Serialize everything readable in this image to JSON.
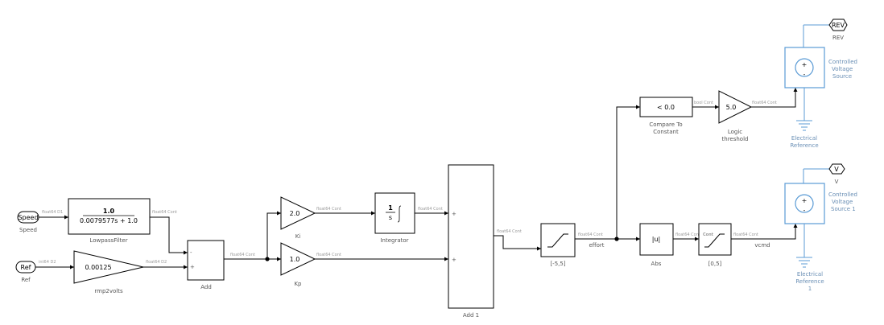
{
  "blocks": {
    "speed": {
      "port": "Speed",
      "label": "Speed",
      "sig": "float64  D1"
    },
    "ref": {
      "port": "Ref",
      "label": "Ref",
      "sig": "int64  D2"
    },
    "lowpass": {
      "num": "1.0",
      "den": "0.0079577s + 1.0",
      "label": "LowpassFilter",
      "sig": "float64  Cont"
    },
    "rmp2volts": {
      "value": "0.00125",
      "label": "rmp2volts",
      "sig": "float64  D2"
    },
    "add": {
      "label": "Add",
      "sign_minus": "-",
      "sign_plus": "+",
      "sig": "float64  Cont"
    },
    "ki": {
      "value": "2.0",
      "label": "Ki",
      "sig": "float64  Cont"
    },
    "kp": {
      "value": "1.0",
      "label": "Kp",
      "sig": "float64  Cont"
    },
    "integrator": {
      "label": "Integrator",
      "num": "1",
      "den": "s",
      "sig": "float64  Cont"
    },
    "add1": {
      "label": "Add 1",
      "sign_a": "+",
      "sign_b": "+",
      "sig": "float64  Cont"
    },
    "sat1": {
      "label": "[-5,5]",
      "sig": "float64  Cont"
    },
    "effort": {
      "label": "effort"
    },
    "compare": {
      "value": "< 0.0",
      "label1": "Compare To",
      "label2": "Constant",
      "sig": "bool  Cont"
    },
    "logic": {
      "value": "5.0",
      "label1": "Logic",
      "label2": "threshold",
      "sig": "float64  Cont"
    },
    "abs": {
      "value": "|u|",
      "label": "Abs",
      "sig": "float64  Cont"
    },
    "sat2": {
      "value": "Cont",
      "label": "[0,5]",
      "sig": "float64  Cont"
    },
    "vcmd": {
      "label": "vcmd"
    },
    "rev": {
      "port": "REV",
      "label": "REV"
    },
    "v": {
      "port": "V",
      "label": "V"
    },
    "cvs1": {
      "plus": "+",
      "minus": "-",
      "label1": "Controlled",
      "label2": "Voltage",
      "label3": "Source"
    },
    "cvs2": {
      "plus": "+",
      "minus": "-",
      "label1": "Controlled",
      "label2": "Voltage",
      "label3": "Source 1"
    },
    "ground1": {
      "label1": "Electrical",
      "label2": "Reference"
    },
    "ground2": {
      "label1": "Electrical",
      "label2": "Reference",
      "label3": "1"
    }
  }
}
